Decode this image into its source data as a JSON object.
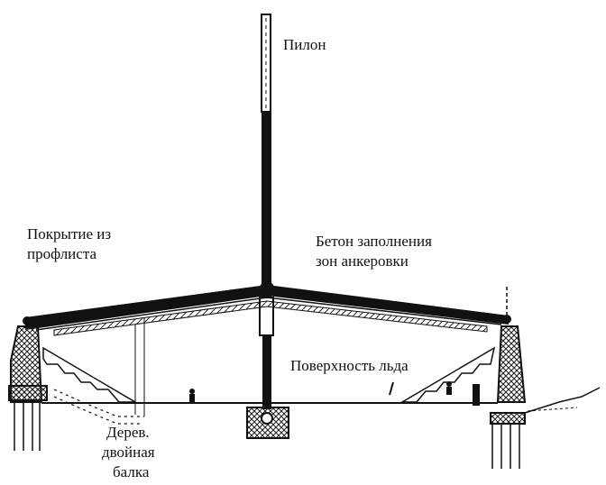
{
  "labels": {
    "pylon": "Пилон",
    "roofing_line1": "Покрытие из",
    "roofing_line2": "профлиста",
    "concrete_line1": "Бетон заполнения",
    "concrete_line2": "зон анкеровки",
    "ice_surface": "Поверхность льда",
    "beam_line1": "Дерев.",
    "beam_line2": "двойная",
    "beam_line3": "балка"
  },
  "colors": {
    "ink": "#111111",
    "paper": "#ffffff"
  }
}
